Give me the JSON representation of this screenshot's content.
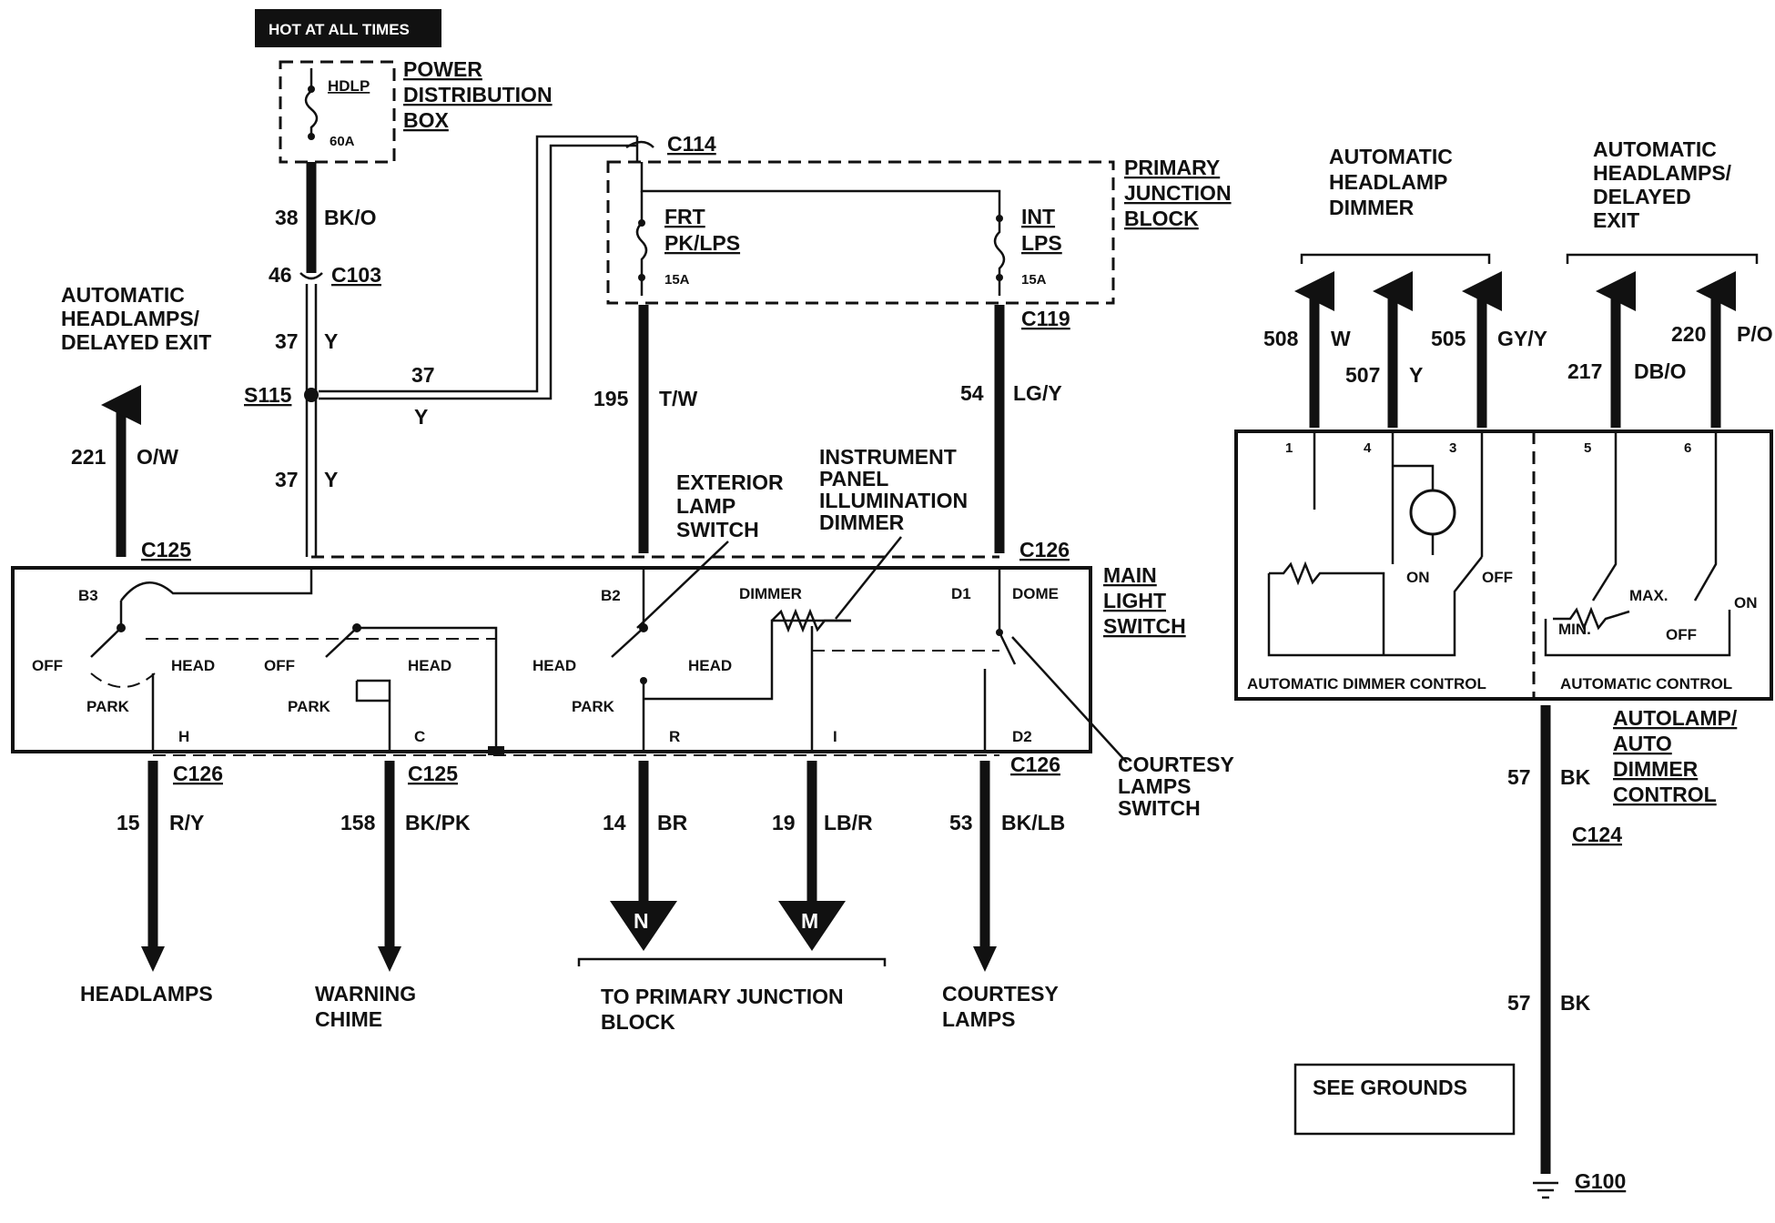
{
  "top_badge": "HOT AT ALL TIMES",
  "pdb": {
    "fuse": "HDLP",
    "rating": "60A",
    "label": [
      "POWER",
      "DISTRIBUTION",
      "BOX"
    ]
  },
  "pjb": {
    "label": [
      "PRIMARY",
      "JUNCTION",
      "BLOCK"
    ],
    "fuse_left": [
      "FRT",
      "PK/LPS"
    ],
    "fuse_left_rating": "15A",
    "fuse_right": [
      "INT",
      "LPS"
    ],
    "fuse_right_rating": "15A"
  },
  "connectors": {
    "c114": "C114",
    "c103": "C103",
    "s115": "S115",
    "c119": "C119",
    "c125_top": "C125",
    "c126_top": "C126",
    "c126_b1": "C126",
    "c125_b": "C125",
    "c126_b2": "C126",
    "c124": "C124",
    "g100": "G100"
  },
  "wires": {
    "w38": [
      "38",
      "BK/O"
    ],
    "w46": "46",
    "w37a": [
      "37",
      "Y"
    ],
    "w37h": [
      "37",
      "Y"
    ],
    "w37b": [
      "37",
      "Y"
    ],
    "w221": [
      "221",
      "O/W"
    ],
    "w195": [
      "195",
      "T/W"
    ],
    "w54": [
      "54",
      "LG/Y"
    ],
    "w15": [
      "15",
      "R/Y"
    ],
    "w158": [
      "158",
      "BK/PK"
    ],
    "w14": [
      "14",
      "BR"
    ],
    "w19": [
      "19",
      "LB/R"
    ],
    "w53": [
      "53",
      "BK/LB"
    ],
    "w508": [
      "508",
      "W"
    ],
    "w507": [
      "507",
      "Y"
    ],
    "w505": [
      "505",
      "GY/Y"
    ],
    "w217": [
      "217",
      "DB/O"
    ],
    "w220": [
      "220",
      "P/O"
    ],
    "w57a": [
      "57",
      "BK"
    ],
    "w57b": [
      "57",
      "BK"
    ]
  },
  "left_label": [
    "AUTOMATIC",
    "HEADLAMPS/",
    "DELAYED EXIT"
  ],
  "callouts": {
    "exterior": [
      "EXTERIOR",
      "LAMP",
      "SWITCH"
    ],
    "ipd": [
      "INSTRUMENT",
      "PANEL",
      "ILLUMINATION",
      "DIMMER"
    ],
    "courtesy_switch": [
      "COURTESY",
      "LAMPS",
      "SWITCH"
    ],
    "main_light": [
      "MAIN",
      "LIGHT",
      "SWITCH"
    ]
  },
  "switch": {
    "b3": "B3",
    "b2": "B2",
    "d1": "D1",
    "dimmer": "DIMMER",
    "dome": "DOME",
    "off1": "OFF",
    "head1": "HEAD",
    "park1": "PARK",
    "off2": "OFF",
    "head2": "HEAD",
    "park2": "PARK",
    "head3": "HEAD",
    "head3b": "HEAD",
    "park3": "PARK",
    "h": "H",
    "c": "C",
    "r": "R",
    "i": "I",
    "d2": "D2"
  },
  "destinations": {
    "headlamps": "HEADLAMPS",
    "chime": [
      "WARNING",
      "CHIME"
    ],
    "n": "N",
    "m": "M",
    "pjb": [
      "TO PRIMARY JUNCTION",
      "BLOCK"
    ],
    "courtesy": [
      "COURTESY",
      "LAMPS"
    ]
  },
  "right": {
    "dimmer_title": [
      "AUTOMATIC",
      "HEADLAMP",
      "DIMMER"
    ],
    "delayed_title": [
      "AUTOMATIC",
      "HEADLAMPS/",
      "DELAYED",
      "EXIT"
    ],
    "pins": [
      "1",
      "4",
      "3",
      "5",
      "6"
    ],
    "on1": "ON",
    "off1": "OFF",
    "max": "MAX.",
    "min": "MIN.",
    "off2": "OFF",
    "on2": "ON",
    "adc": "AUTOMATIC DIMMER CONTROL",
    "ac": "AUTOMATIC CONTROL",
    "module": [
      "AUTOLAMP/",
      "AUTO",
      "DIMMER",
      "CONTROL"
    ],
    "see_grounds": "SEE GROUNDS"
  }
}
